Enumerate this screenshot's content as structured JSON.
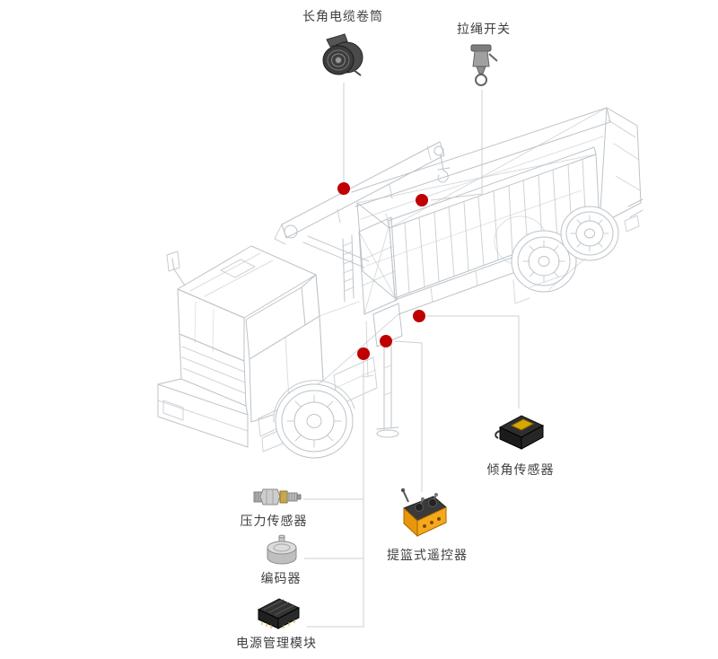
{
  "diagram": {
    "colors": {
      "accent": "#c00000",
      "connector": "#cfcfcf",
      "wireframe": "#bcc3c9",
      "label_text": "#3f3f3f"
    },
    "callouts": {
      "cable_reel": {
        "label": "长角电缆卷筒"
      },
      "pull_switch": {
        "label": "拉绳开关"
      },
      "tilt_sensor": {
        "label": "倾角传感器"
      },
      "pressure_sensor": {
        "label": "压力传感器"
      },
      "encoder": {
        "label": "编码器"
      },
      "power_module": {
        "label": "电源管理模块"
      },
      "remote_control": {
        "label": "提篮式遥控器"
      }
    }
  }
}
